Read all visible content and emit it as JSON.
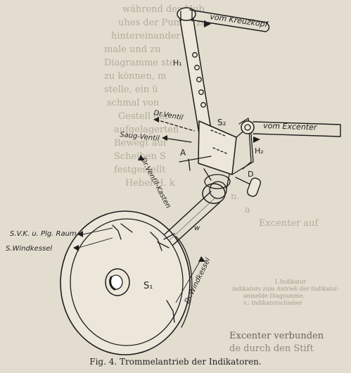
{
  "figure": {
    "caption": "Fig. 4.  Trommelantrieb der Indikatoren.",
    "labels": {
      "vom_kreuzkopf": "vom Kreuzkopf",
      "h1": "H₁",
      "dr_ventil": "Dr.Ventil",
      "s2": "S₂",
      "vom_excenter": "vom Excenter",
      "saug_ventil": "Saug-Ventil",
      "a": "A",
      "h2": "H₂",
      "d": "D",
      "dr_ventil_kasten": "Dr.Ventil-Kasten",
      "svk": "S.V.K. u. Plg. Raum",
      "windkessel": "S.Windkessel",
      "w": "w",
      "s1": "S₁",
      "dr_windkessel": "Dr.Windkessel"
    }
  },
  "background_text": {
    "right_column": [
      "während des Hub",
      "uhes der Pumpe zu",
      "hintereinander ü",
      "male und zu",
      "Diagramme ste",
      "zu können, m",
      "stelle, ein ü",
      "schmal von",
      "Gestell der",
      "aufgelagerten",
      "Bewegt auf",
      "Scheiben S",
      "festgestellt",
      "Hebel H. k",
      "n.",
      "a",
      "Excenter auf"
    ],
    "bottom_right_lines": [
      "Excenter verbunden",
      "de durch den Stift"
    ],
    "small_caption_lines": [
      "1.Indikator",
      "indikators zum Antrieb der Indikator-",
      "anmelde Diagramme.",
      "v.: Indikatorschieber"
    ]
  }
}
